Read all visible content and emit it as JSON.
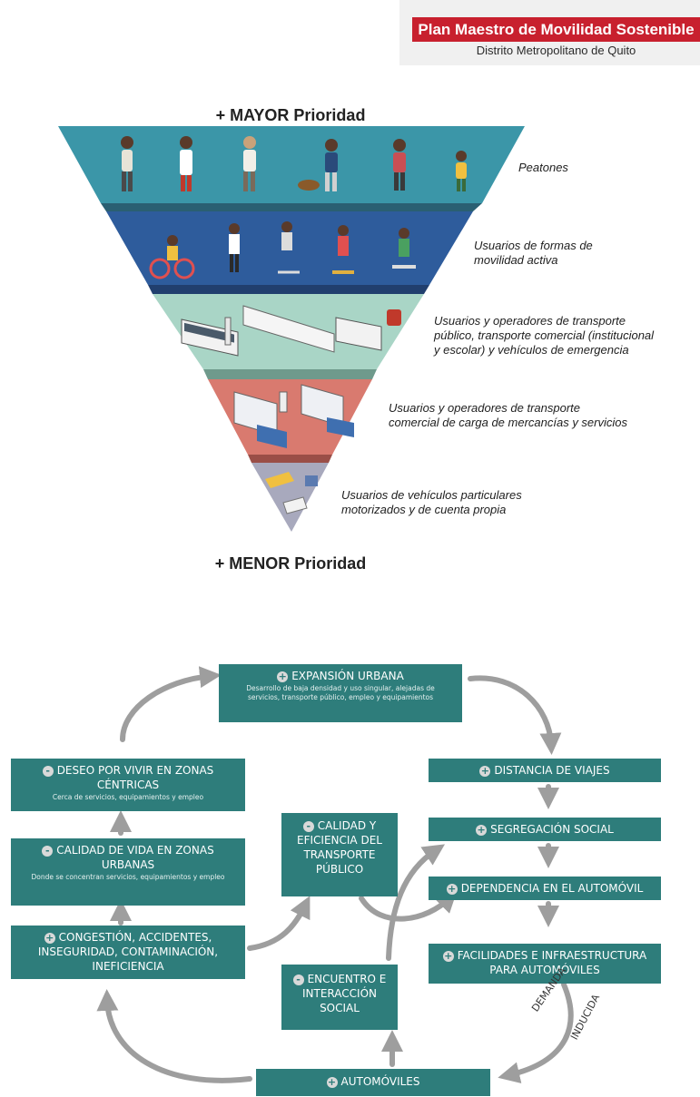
{
  "header": {
    "title": "Plan Maestro de Movilidad Sostenible",
    "subtitle": "Distrito Metropolitano de Quito"
  },
  "pyramid": {
    "top_label": "+ MAYOR Prioridad",
    "bottom_label": "+ MENOR Prioridad",
    "levels": [
      {
        "label_lines": [
          "Peatones"
        ],
        "color": "#3b96a8"
      },
      {
        "label_lines": [
          "Usuarios de formas de",
          "movilidad activa"
        ],
        "color": "#2e5c9c"
      },
      {
        "label_lines": [
          "Usuarios y operadores de transporte",
          "público, transporte comercial (institucional",
          "y escolar) y vehículos de emergencia"
        ],
        "color": "#a9d5c6"
      },
      {
        "label_lines": [
          "Usuarios y operadores de transporte",
          "comercial de carga de mercancías y servicios"
        ],
        "color": "#d97a6f"
      },
      {
        "label_lines": [
          "Usuarios de vehículos particulares",
          "motorizados y de cuenta propia"
        ],
        "color": "#a8a9bd"
      }
    ]
  },
  "cycle": {
    "expansion": {
      "sign": "+",
      "title": "EXPANSIÓN URBANA",
      "sub": "Desarrollo de baja densidad y uso singular, alejadas de servicios, transporte público, empleo y equipamientos"
    },
    "distancia": {
      "sign": "+",
      "title": "DISTANCIA DE VIAJES"
    },
    "segregacion": {
      "sign": "+",
      "title": "SEGREGACIÓN SOCIAL"
    },
    "dependencia": {
      "sign": "+",
      "title": "DEPENDENCIA EN EL AUTOMÓVIL"
    },
    "facilidades": {
      "sign": "+",
      "title": "FACILIDADES E INFRAESTRUCTURA PARA AUTOMÓVILES"
    },
    "automoviles": {
      "sign": "+",
      "title": "AUTOMÓVILES"
    },
    "deseo": {
      "sign": "-",
      "title": "DESEO POR VIVIR EN ZONAS CÉNTRICAS",
      "sub": "Cerca de servicios, equipamientos y empleo"
    },
    "calidad_vida": {
      "sign": "-",
      "title": "CALIDAD DE VIDA EN ZONAS URBANAS",
      "sub": "Donde se concentran servicios, equipamientos y empleo"
    },
    "congestion": {
      "sign": "+",
      "title": "CONGESTIÓN, ACCIDENTES, INSEGURIDAD, CONTAMINACIÓN, INEFICIENCIA"
    },
    "calidad_tp": {
      "sign": "-",
      "title": "CALIDAD Y EFICIENCIA DEL TRANSPORTE PÚBLICO"
    },
    "encuentro": {
      "sign": "-",
      "title": "ENCUENTRO E INTERACCIÓN SOCIAL"
    },
    "demanda_label_1": "DEMANDA",
    "demanda_label_2": "INDUCIDA"
  }
}
